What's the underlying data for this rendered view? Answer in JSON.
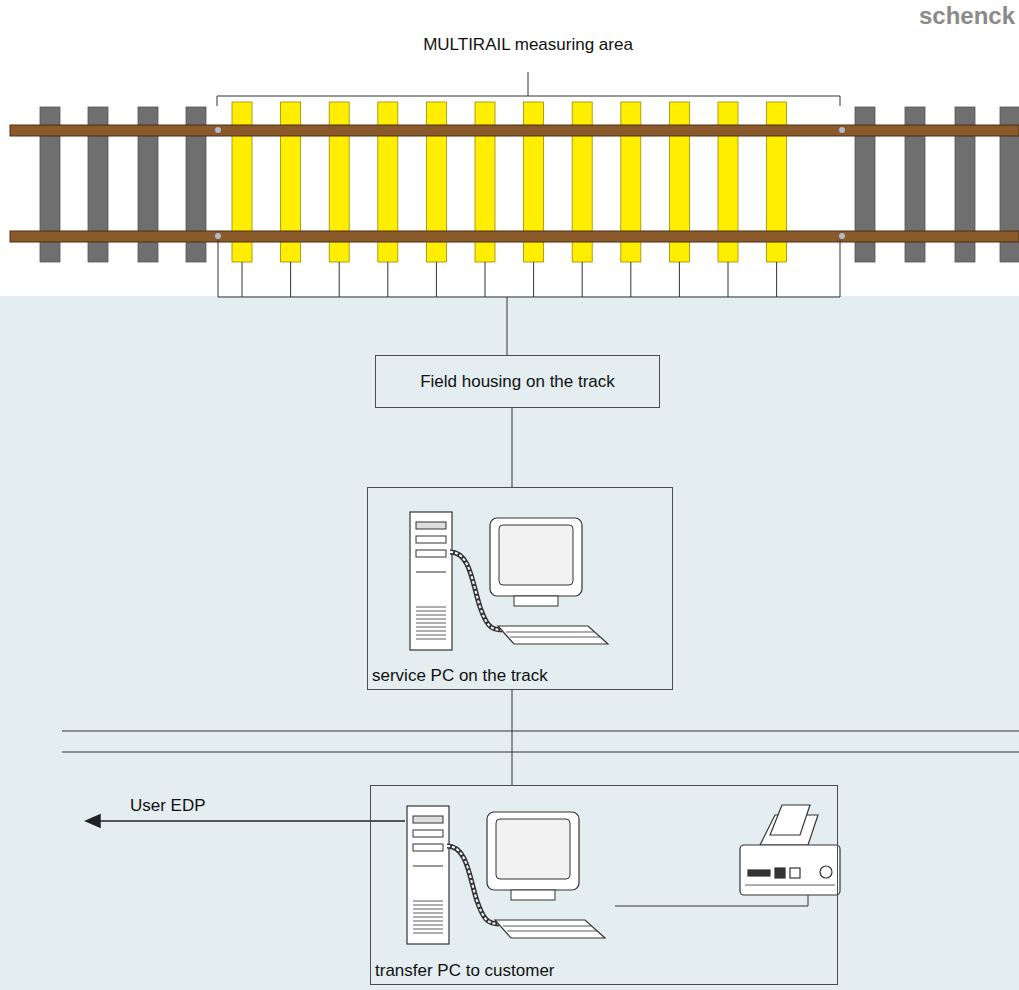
{
  "diagram": {
    "nodes": [
      {
        "text": [
          "Field housing on the track"
        ]
      },
      {
        "text": [
          "service PC on the track"
        ]
      },
      {
        "text": [
          "transfer PC to customer"
        ]
      }
    ],
    "edges": [
      {
        "from": 0,
        "to": 1,
        "arrow": "none"
      },
      {
        "from": 1,
        "to": 2,
        "arrow": "none"
      }
    ],
    "labels": [
      "MULTIRAIL measuring area",
      "schenck",
      "User EDP"
    ]
  }
}
